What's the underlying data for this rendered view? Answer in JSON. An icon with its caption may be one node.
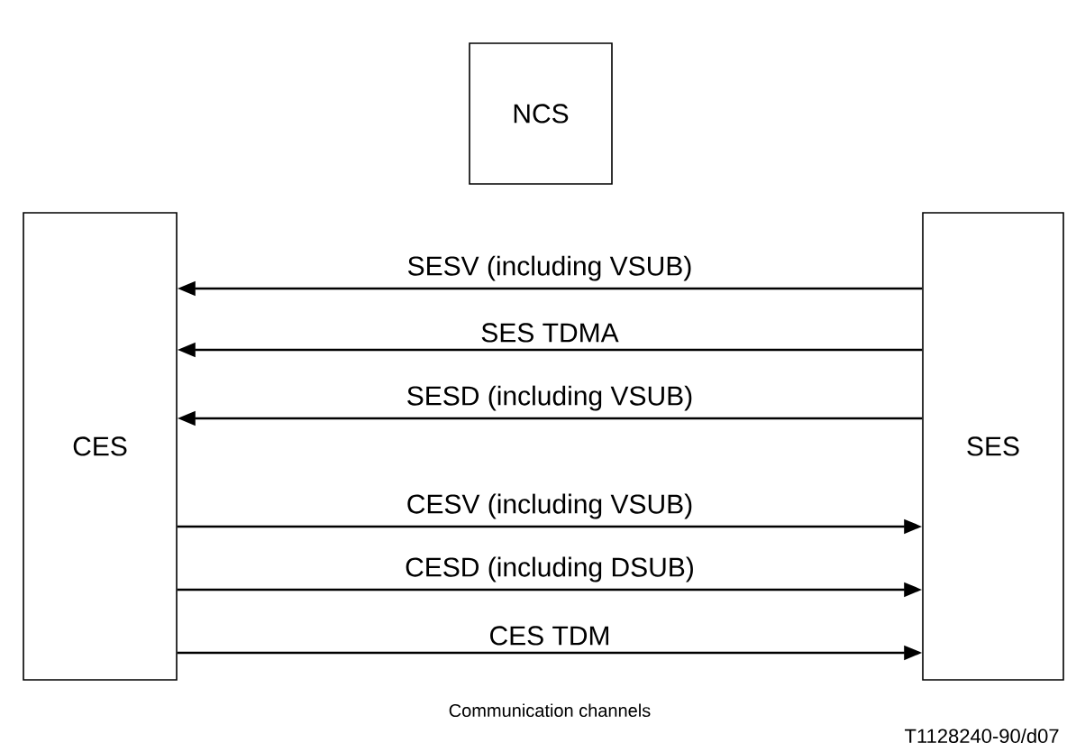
{
  "diagram": {
    "nodes": [
      {
        "text": [
          "NCS"
        ]
      },
      {
        "text": [
          "CES"
        ]
      },
      {
        "text": [
          "SES"
        ]
      }
    ],
    "edges": [
      {
        "from": 2,
        "to": 1,
        "arrow": "to",
        "label": "SESV (including VSUB)"
      },
      {
        "from": 2,
        "to": 1,
        "arrow": "to",
        "label": "SES TDMA"
      },
      {
        "from": 2,
        "to": 1,
        "arrow": "to",
        "label": "SESD (including VSUB)"
      },
      {
        "from": 1,
        "to": 2,
        "arrow": "to",
        "label": "CESV (including VSUB)"
      },
      {
        "from": 1,
        "to": 2,
        "arrow": "to",
        "label": "CESD (including DSUB)"
      },
      {
        "from": 1,
        "to": 2,
        "arrow": "to",
        "label": "CES TDM"
      }
    ],
    "labels": [
      "Communication channels",
      "T1128240-90/d07"
    ]
  }
}
